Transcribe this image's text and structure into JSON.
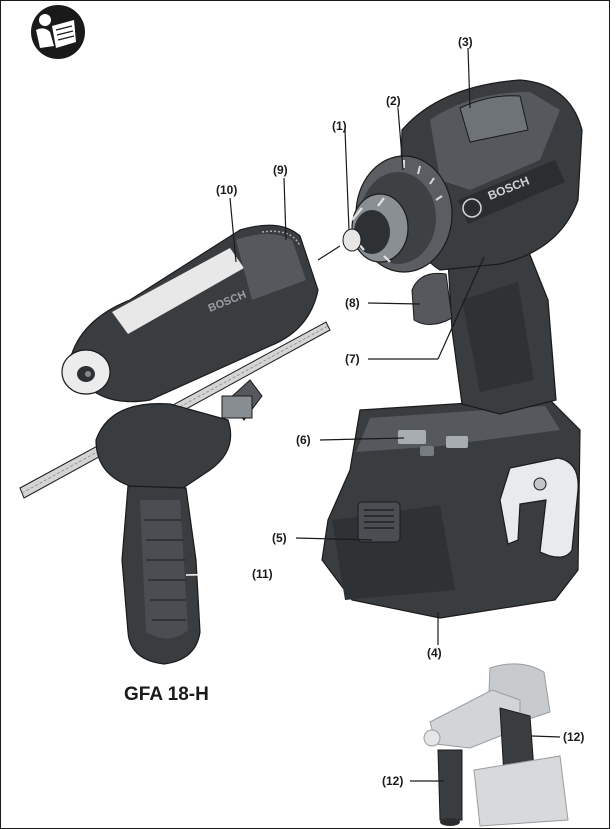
{
  "model_name": "GFA 18-H",
  "callouts": {
    "c1": "(1)",
    "c2": "(2)",
    "c3": "(3)",
    "c4": "(4)",
    "c5": "(5)",
    "c6": "(6)",
    "c7": "(7)",
    "c8": "(8)",
    "c9": "(9)",
    "c10": "(10)",
    "c11": "(11)",
    "c12a": "(12)",
    "c12b": "(12)"
  },
  "brand_marks": {
    "drill_body": "BOSCH",
    "attachment": "BOSCH"
  },
  "icons": {
    "manual": "read-manual-icon"
  },
  "colors": {
    "tool_dark": "#3a3d40",
    "tool_mid": "#55595d",
    "tool_light": "#7a7f84",
    "rail": "#cfcfcf",
    "ghost": "#c8cbcd",
    "ink": "#1a1a1a"
  }
}
